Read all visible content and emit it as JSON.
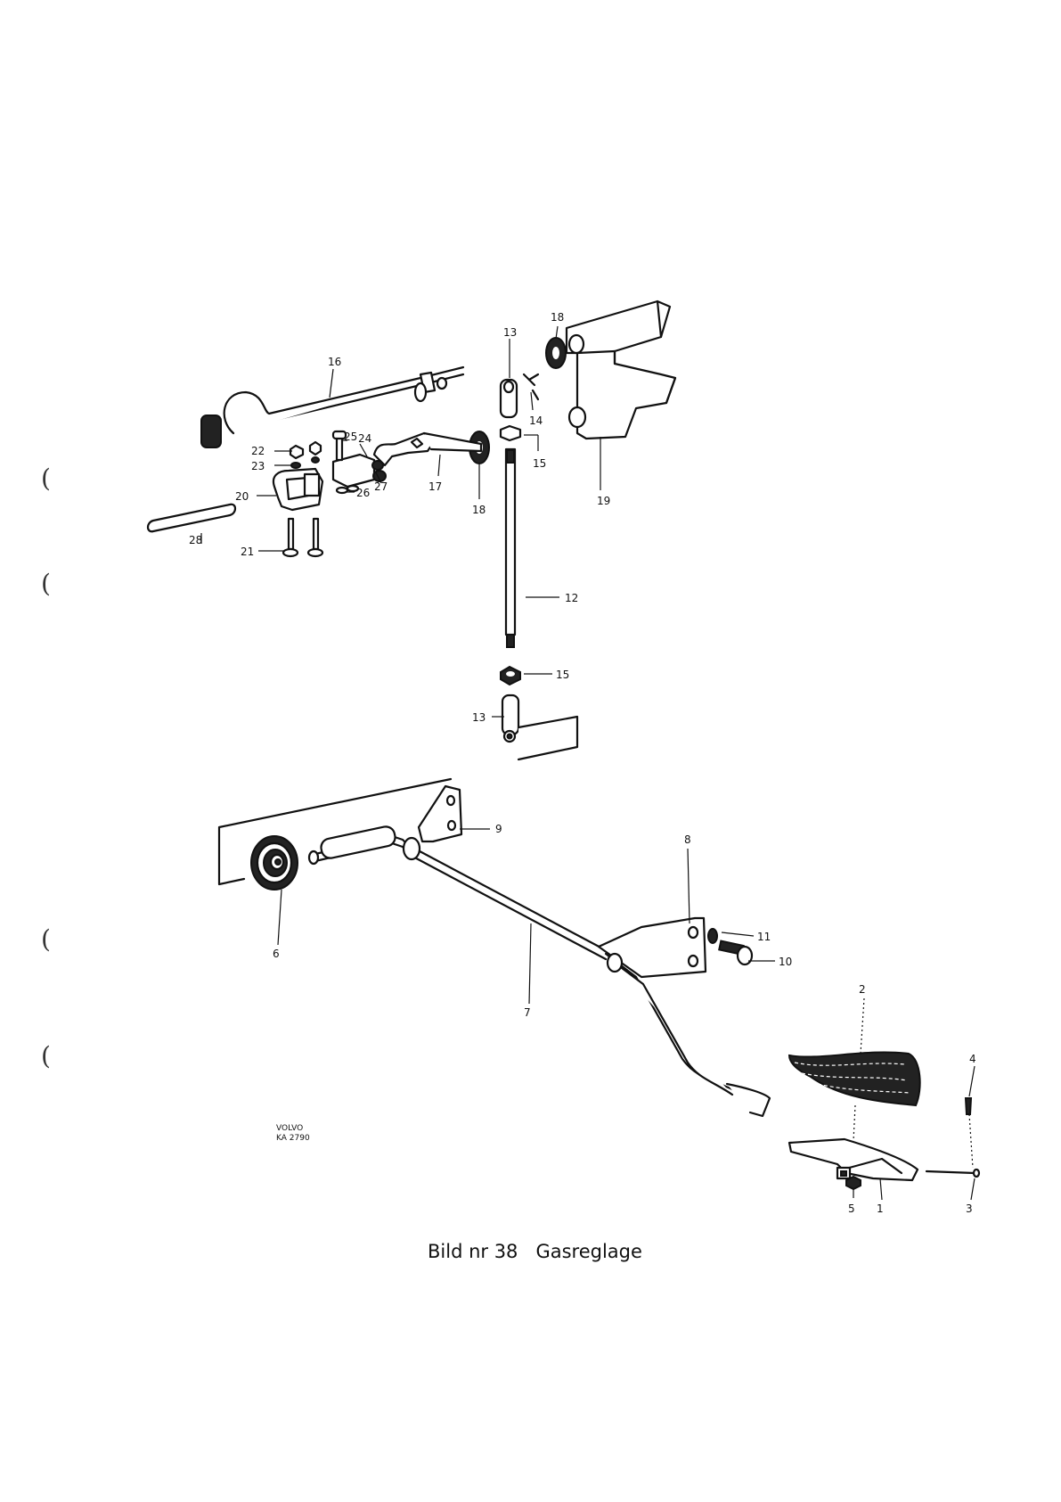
{
  "caption": {
    "figure": "Bild nr 38",
    "title": "Gasreglage"
  },
  "stamp": {
    "maker": "VOLVO",
    "code": "KA 2790"
  },
  "binder_marks": [
    "(",
    "(",
    "(",
    "("
  ],
  "callouts": [
    {
      "key": "c1",
      "label": "1"
    },
    {
      "key": "c2",
      "label": "2"
    },
    {
      "key": "c3",
      "label": "3"
    },
    {
      "key": "c4",
      "label": "4"
    },
    {
      "key": "c5",
      "label": "5"
    },
    {
      "key": "c6",
      "label": "6"
    },
    {
      "key": "c7",
      "label": "7"
    },
    {
      "key": "c8",
      "label": "8"
    },
    {
      "key": "c9",
      "label": "9"
    },
    {
      "key": "c10",
      "label": "10"
    },
    {
      "key": "c11",
      "label": "11"
    },
    {
      "key": "c12",
      "label": "12"
    },
    {
      "key": "c13a",
      "label": "13"
    },
    {
      "key": "c13b",
      "label": "13"
    },
    {
      "key": "c14",
      "label": "14"
    },
    {
      "key": "c15a",
      "label": "15"
    },
    {
      "key": "c15b",
      "label": "15"
    },
    {
      "key": "c16",
      "label": "16"
    },
    {
      "key": "c17",
      "label": "17"
    },
    {
      "key": "c18a",
      "label": "18"
    },
    {
      "key": "c18b",
      "label": "18"
    },
    {
      "key": "c19",
      "label": "19"
    },
    {
      "key": "c20",
      "label": "20"
    },
    {
      "key": "c21",
      "label": "21"
    },
    {
      "key": "c22",
      "label": "22"
    },
    {
      "key": "c23",
      "label": "23"
    },
    {
      "key": "c24",
      "label": "24"
    },
    {
      "key": "c25",
      "label": "25"
    },
    {
      "key": "c26",
      "label": "26"
    },
    {
      "key": "c27",
      "label": "27"
    },
    {
      "key": "c28",
      "label": "28"
    }
  ]
}
